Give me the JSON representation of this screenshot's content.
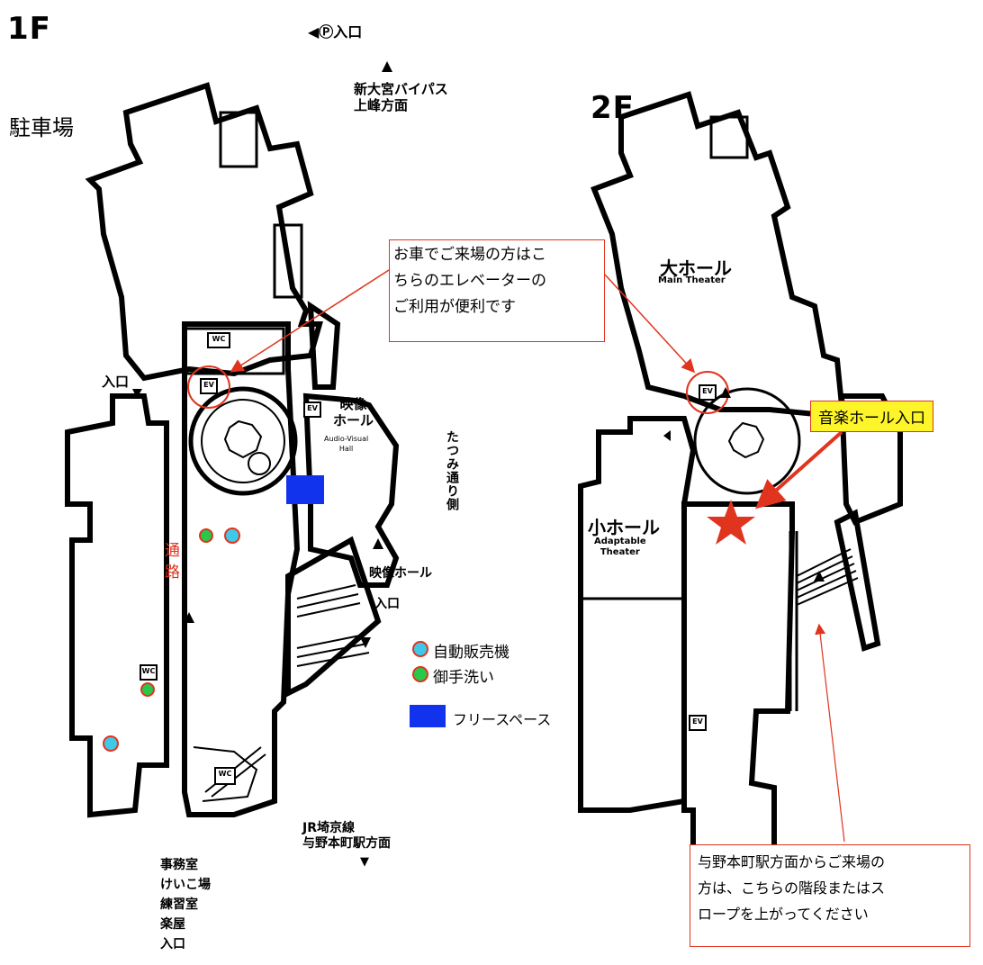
{
  "floor1": {
    "title": "1F",
    "parking": "駐車場",
    "parking_entrance": "◀Ⓟ入口",
    "bypass": [
      "新大宮バイパス",
      "上峰方面"
    ],
    "entrance_left": "入口",
    "av_hall": [
      "映像",
      "ホール"
    ],
    "av_hall_en": [
      "Audio-Visual",
      "Hall"
    ],
    "tatsumi": "たつみ通り側",
    "hall_entrance": [
      "映像ホール",
      "入口"
    ],
    "passage": [
      "通",
      "路"
    ],
    "jr": [
      "JR埼京線",
      "与野本町駅方面"
    ],
    "office": [
      "事務室",
      "けいこ場",
      "練習室",
      "楽屋",
      "入口"
    ]
  },
  "floor2": {
    "title": "2F",
    "main_hall": "大ホール",
    "main_hall_en": "Main Theater",
    "small_hall": "小ホール",
    "small_hall_en": [
      "Adaptable",
      "Theater"
    ]
  },
  "icons": {
    "elevator": "EV",
    "toilet": "WC"
  },
  "callouts": {
    "car": [
      "お車でご来場の方はこ",
      "ちらのエレベーターの",
      "ご利用が便利です"
    ],
    "music_hall_entrance": "音楽ホール入口",
    "station": [
      "与野本町駅方面からご来場の",
      "方は、こちらの階段またはス",
      "ロープを上がってください"
    ]
  },
  "legend": {
    "vending": "自動販売機",
    "restroom": "御手洗い",
    "free_space": "フリースペース"
  },
  "colors": {
    "callout_red": "#e0341f",
    "vending_fill": "#3ec9e8",
    "restroom_fill": "#28c84a",
    "free_space": "#1133ee",
    "highlight": "#fdf52a"
  }
}
